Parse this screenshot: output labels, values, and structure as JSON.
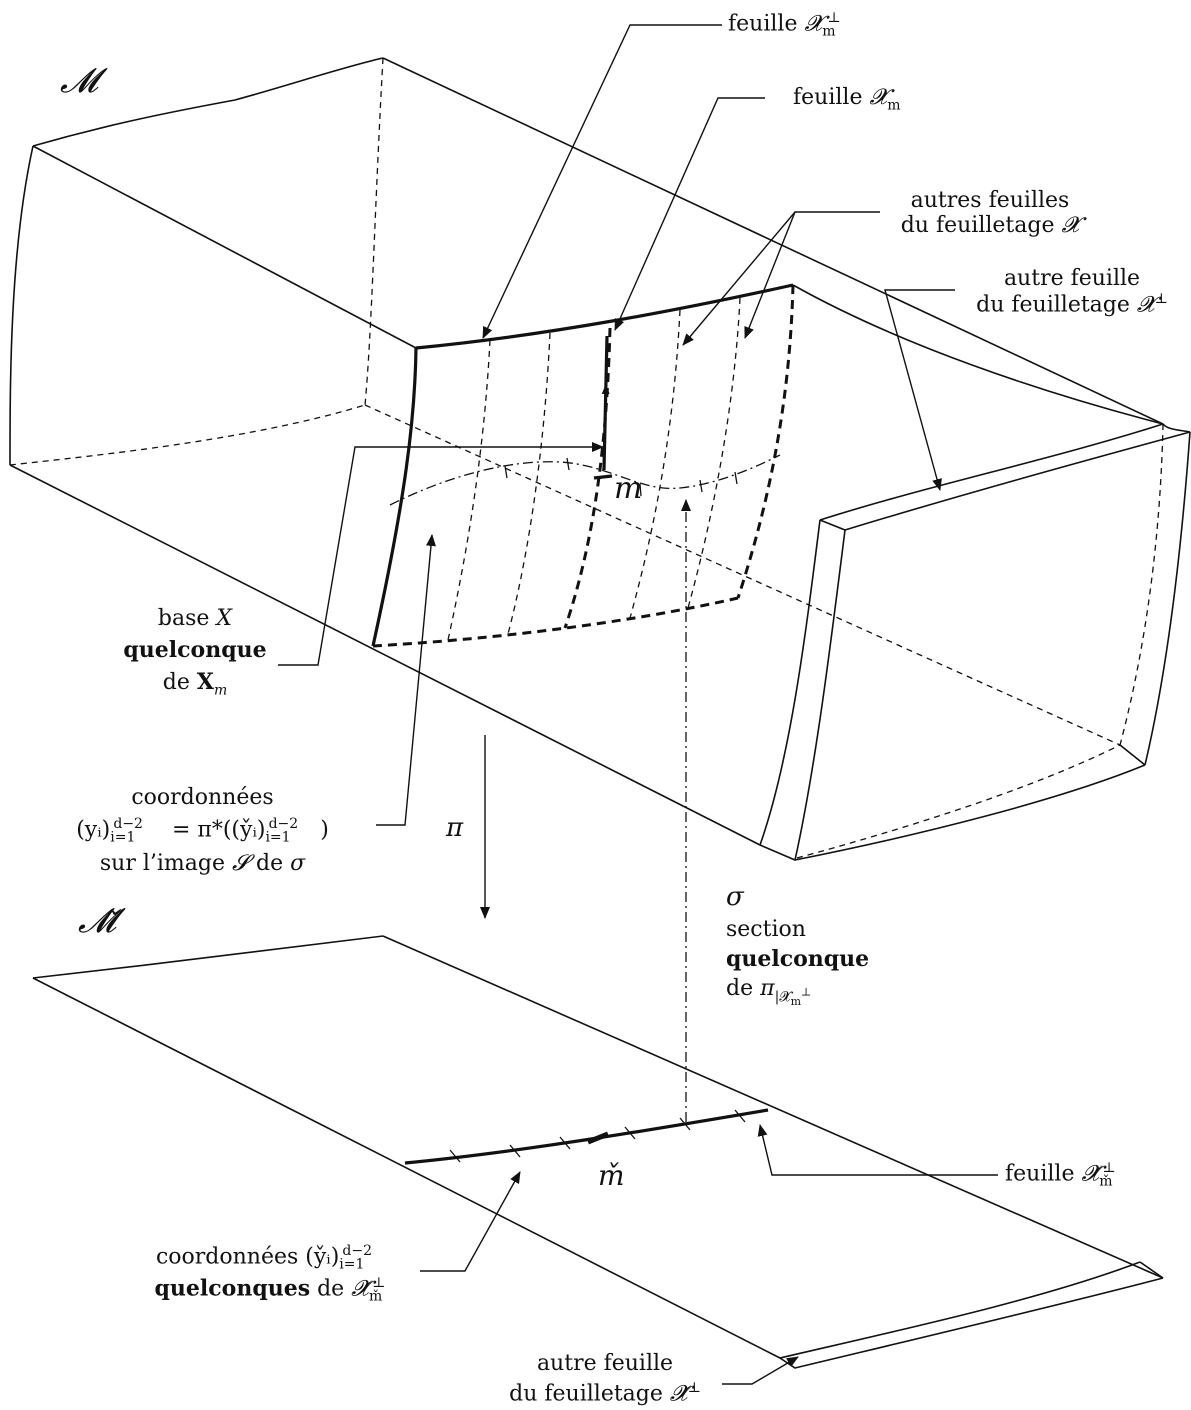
{
  "upper_space": {
    "label": "𝓜"
  },
  "lower_space": {
    "label": "𝓜̌"
  },
  "projection": {
    "label": "π"
  },
  "section": {
    "symbol": "σ",
    "line1": "section",
    "line2": "quelconque",
    "line3_prefix": "de ",
    "line3_math": "π",
    "line3_sub": "|𝓧",
    "line3_subsub": "m",
    "line3_subsup": "⊥"
  },
  "leaf_perp": {
    "prefix": "feuille ",
    "math": "𝓧",
    "sub": "m",
    "sup": "⊥"
  },
  "leaf": {
    "prefix": "feuille ",
    "math": "𝓧",
    "sub": "m"
  },
  "other_leaves_X": {
    "line1": "autres feuilles",
    "line2_prefix": "du feuilletage ",
    "line2_math": "𝓧"
  },
  "other_leaf_perp": {
    "line1": "autre feuille",
    "line2_prefix": "du feuilletage ",
    "line2_math": "𝓧",
    "line2_sup": "⊥"
  },
  "base": {
    "line1_prefix": "base ",
    "line1_math": "X",
    "line2": "quelconque",
    "line3_prefix": "de ",
    "line3_math": "X",
    "line3_sub": "m"
  },
  "coords_upper": {
    "line1": "coordonnées",
    "line2": "(yᵢ)",
    "line2_sub": "i=1",
    "line2_sup": "d−2",
    "line2_mid": " = π*((y̌ᵢ)",
    "line2_sub2": "i=1",
    "line2_sup2": "d−2",
    "line2_end": ")",
    "line3_prefix": "sur l’image ",
    "line3_math": "𝓢",
    "line3_mid": " de ",
    "line3_end": "σ"
  },
  "point_m": {
    "label": "m"
  },
  "point_m_check": {
    "label": "m̌"
  },
  "leaf_check": {
    "prefix": "feuille ",
    "math": "𝓧̌",
    "sub": "m̌",
    "sup": "⊥"
  },
  "coords_lower": {
    "line1_prefix": "coordonnées (y̌ᵢ)",
    "line1_sub": "i=1",
    "line1_sup": "d−2",
    "line2_bold": "quelconques",
    "line2_mid": " de ",
    "line2_math": "𝓧̌",
    "line2_sub": "m̌",
    "line2_sup": "⊥"
  },
  "other_leaf_check": {
    "line1": "autre feuille",
    "line2_prefix": "du feuilletage ",
    "line2_math": "𝓧̌",
    "line2_sup": "⊥"
  }
}
